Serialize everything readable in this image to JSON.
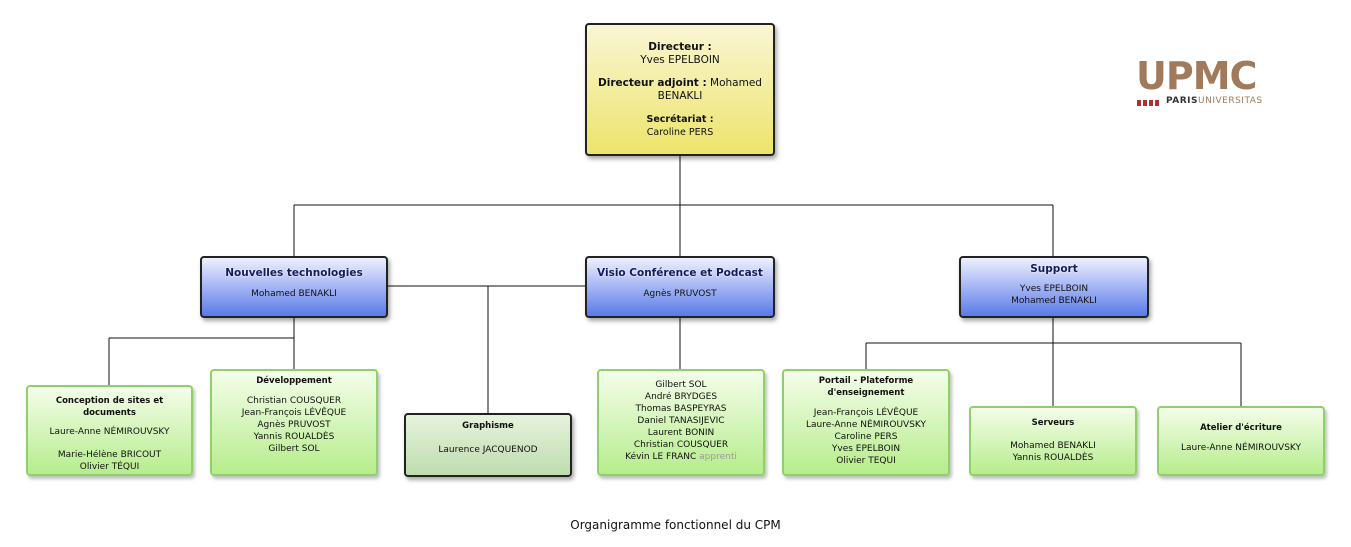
{
  "logo": {
    "big": "UPMC",
    "small_a": "PARIS",
    "small_b": "UNIVERSITAS"
  },
  "caption": "Organigramme fonctionnel du CPM",
  "direction": {
    "dir_title": "Directeur :",
    "dir_name": "Yves EPELBOIN",
    "adj_title": "Directeur adjoint :",
    "adj_name_a": "Mohamed",
    "adj_name_b": "BENAKLI",
    "sec_title": "Secrétariat :",
    "sec_name": "Caroline PERS"
  },
  "departments": {
    "nt": {
      "title": "Nouvelles technologies",
      "people": [
        "Mohamed BENAKLI"
      ]
    },
    "visio": {
      "title": "Visio Conférence et Podcast",
      "people": [
        "Agnès PRUVOST"
      ]
    },
    "support": {
      "title": "Support",
      "people": [
        "Yves EPELBOIN",
        "Mohamed BENAKLI"
      ]
    }
  },
  "teams": {
    "conception": {
      "title": "Conception de sites et documents",
      "people": [
        "Laure-Anne NÉMIROUVSKY",
        "Marie-Hélène BRICOUT",
        "Olivier TÉQUI"
      ]
    },
    "dev": {
      "title": "Développement",
      "people": [
        "Christian COUSQUER",
        "Jean-François LÉVÊQUE",
        "Agnès PRUVOST",
        "Yannis ROUALDÈS",
        "Gilbert SOL"
      ]
    },
    "graphisme": {
      "title": "Graphisme",
      "people": [
        "Laurence JACQUENOD"
      ]
    },
    "visio_team": {
      "people": [
        "Gilbert SOL",
        "André BRYDGES",
        "Thomas BASPEYRAS",
        "Daniel TANASIJEVIC",
        "Laurent BONIN",
        "Christian COUSQUER",
        "Kévin LE FRANC"
      ],
      "apprenti": "apprenti"
    },
    "portail": {
      "title_a": "Portail - Plateforme",
      "title_b": "d'enseignement",
      "people": [
        "Jean-François LÉVÊQUE",
        "Laure-Anne NÉMIROUVSKY",
        "Caroline PERS",
        "Yves EPELBOIN",
        "Olivier TEQUI"
      ]
    },
    "serveurs": {
      "title": "Serveurs",
      "people": [
        "Mohamed BENAKLI",
        "Yannis ROUALDÈS"
      ]
    },
    "atelier": {
      "title": "Atelier d'écriture",
      "people": [
        "Laure-Anne NÉMIROUVSKY"
      ]
    }
  }
}
